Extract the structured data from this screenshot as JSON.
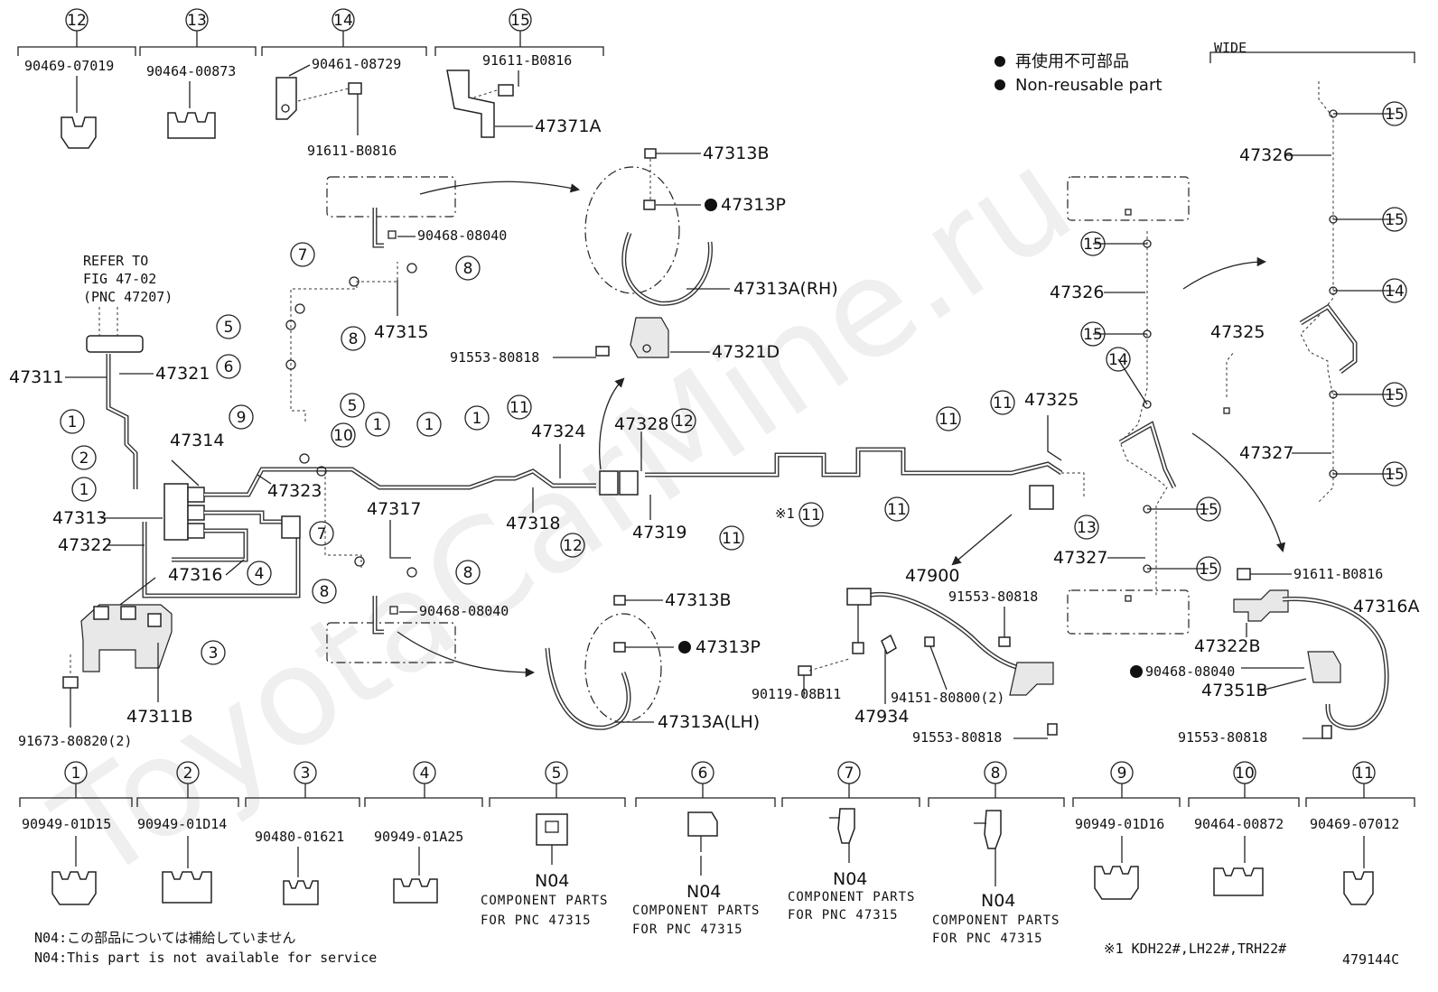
{
  "watermark": "ToyotaCarMine.ru",
  "figure_id": "479144C",
  "legend": {
    "jp": "再使用不可部品",
    "en": "Non-reusable part",
    "wide": "WIDE"
  },
  "refer": [
    "REFER TO",
    "FIG 47-02",
    "(PNC 47207)"
  ],
  "footnote": "※1 KDH22#,LH22#,TRH22#",
  "footnote_mark": "※1",
  "notes": {
    "n04_jp": "N04:この部品については補給していません",
    "n04_en": "N04:This part is not available for service",
    "n04": "N04",
    "component_parts": "COMPONENT PARTS",
    "for_pnc": "FOR PNC 47315"
  },
  "top_clips": [
    {
      "num": "12",
      "part": "90469-07019"
    },
    {
      "num": "13",
      "part": "90464-00873"
    },
    {
      "num": "14",
      "part": "90461-08729",
      "bolt": "91611-B0816"
    },
    {
      "num": "15",
      "part": "91611-B0816",
      "bracket": "47371A"
    }
  ],
  "bottom_clips": [
    {
      "num": "1",
      "part": "90949-01D15"
    },
    {
      "num": "2",
      "part": "90949-01D14"
    },
    {
      "num": "3",
      "part": "90480-01621"
    },
    {
      "num": "4",
      "part": "90949-01A25"
    },
    {
      "num": "5",
      "part": "N04"
    },
    {
      "num": "6",
      "part": "N04"
    },
    {
      "num": "7",
      "part": "N04"
    },
    {
      "num": "8",
      "part": "N04"
    },
    {
      "num": "9",
      "part": "90949-01D16"
    },
    {
      "num": "10",
      "part": "90464-00872"
    },
    {
      "num": "11",
      "part": "90469-07012"
    }
  ],
  "labels": {
    "p47313B_top": "47313B",
    "p47313P_top": "47313P",
    "p90468_top": "90468-08040",
    "p47313A_rh": "47313A(RH)",
    "p47315": "47315",
    "p91553_a": "91553-80818",
    "p47321D": "47321D",
    "p47311": "47311",
    "p47321": "47321",
    "p47314": "47314",
    "p47313": "47313",
    "p47322": "47322",
    "p47323": "47323",
    "p47316": "47316",
    "p47317": "47317",
    "p47318": "47318",
    "p47324": "47324",
    "p47328": "47328",
    "p47319": "47319",
    "p47325_mid": "47325",
    "p47311B": "47311B",
    "p91673": "91673-80820(2)",
    "p90468_bot": "90468-08040",
    "p47313B_bot": "47313B",
    "p47313P_bot": "47313P",
    "p47313A_lh": "47313A(LH)",
    "p47900": "47900",
    "p91553_b": "91553-80818",
    "p90119": "90119-08B11",
    "p94151": "94151-80800(2)",
    "p47934": "47934",
    "p91553_c": "91553-80818",
    "p47326_l": "47326",
    "p47327_l": "47327",
    "p47326_r": "47326",
    "p47325_r": "47325",
    "p47327_r": "47327",
    "p91611_r": "91611-B0816",
    "p47316A": "47316A",
    "p47322B": "47322B",
    "p90468_r": "90468-08040",
    "p47351B": "47351B",
    "p91553_d": "91553-80818"
  },
  "callouts": [
    "1",
    "2",
    "3",
    "4",
    "5",
    "6",
    "7",
    "8",
    "9",
    "10",
    "11",
    "12",
    "13",
    "14",
    "15"
  ]
}
